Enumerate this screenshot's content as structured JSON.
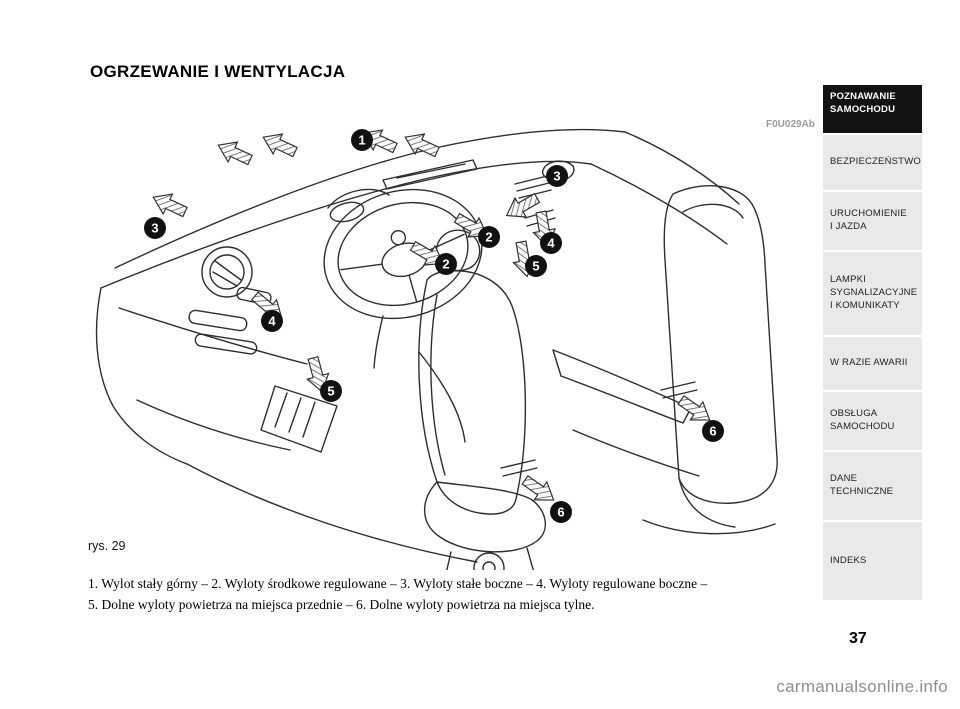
{
  "page": {
    "title": "OGRZEWANIE I WENTYLACJA",
    "page_number": "37",
    "watermark": "carmanualsonline.info"
  },
  "figure": {
    "code": "F0U029Ab",
    "label": "rys. 29",
    "callouts": [
      "1",
      "3",
      "3",
      "2",
      "2",
      "4",
      "5",
      "4",
      "5",
      "6",
      "6"
    ]
  },
  "caption": {
    "line1": "1. Wylot stały górny – 2. Wyloty środkowe regulowane – 3. Wyloty stałe boczne – 4. Wyloty regulowane boczne –",
    "line2": "5. Dolne wyloty powietrza na miejsca przednie – 6. Dolne wyloty powietrza na miejsca tylne."
  },
  "sidebar": {
    "items": [
      {
        "label": "POZNAWANIE\nSAMOCHODU",
        "active": true
      },
      {
        "label": "BEZPIECZEŃSTWO",
        "active": false
      },
      {
        "label": "URUCHOMIENIE\nI JAZDA",
        "active": false
      },
      {
        "label": "LAMPKI\nSYGNALIZACYJNE\nI KOMUNIKATY",
        "active": false
      },
      {
        "label": "W RAZIE AWARII",
        "active": false
      },
      {
        "label": "OBSŁUGA\nSAMOCHODU",
        "active": false
      },
      {
        "label": "DANE\nTECHNICZNE",
        "active": false
      },
      {
        "label": "INDEKS",
        "active": false
      }
    ]
  },
  "colors": {
    "active_tab_bg": "#121212",
    "tab_bg": "#e9e9e9",
    "callout_bg": "#111111",
    "line_color": "#2e2e2e"
  }
}
